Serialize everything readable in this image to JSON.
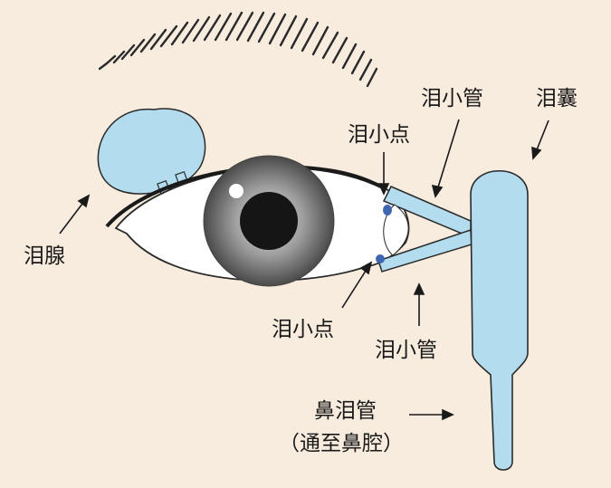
{
  "labels": {
    "lacrimal_gland": "泪腺",
    "upper_punctum": "泪小点",
    "lower_punctum": "泪小点",
    "upper_canaliculus": "泪小管",
    "lower_canaliculus": "泪小管",
    "lacrimal_sac": "泪囊",
    "nasolacrimal_duct": "鼻泪管",
    "nasolacrimal_duct_note": "（通至鼻腔）"
  },
  "colors": {
    "background": "#f8ecde",
    "duct_fill": "#b3dcef",
    "outline": "#2a2a2a",
    "punctum": "#3f66b0",
    "sclera": "#ffffff",
    "pupil": "#151515"
  }
}
